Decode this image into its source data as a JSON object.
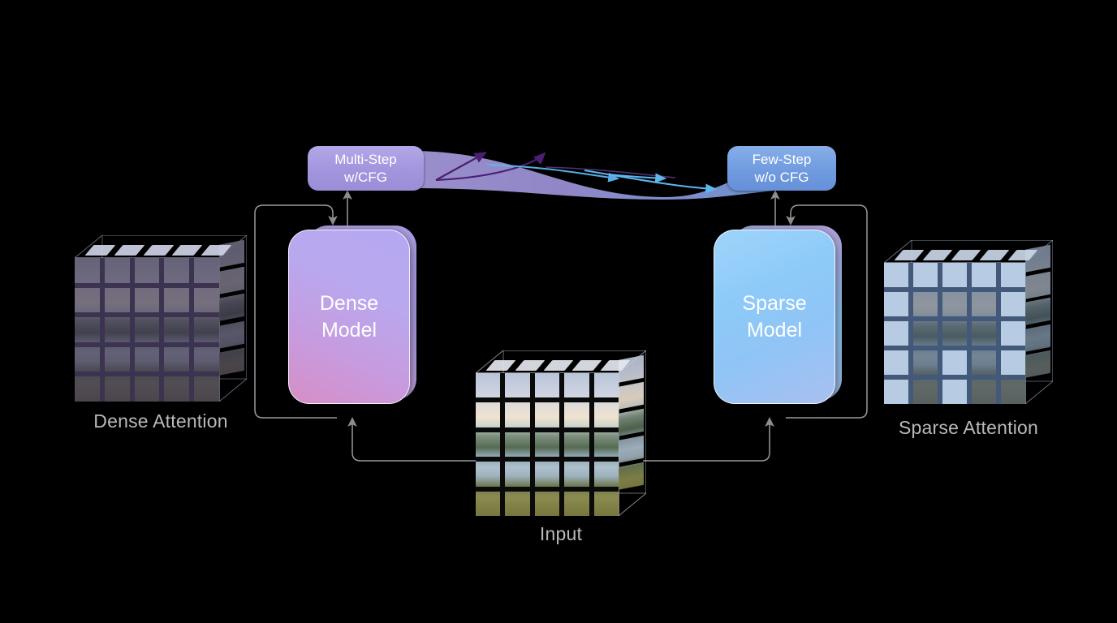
{
  "figure": {
    "background": "#000000",
    "banner": {
      "left_pill": {
        "line1": "Multi-Step",
        "line2": "w/CFG",
        "color": "#a295dd"
      },
      "right_pill": {
        "line1": "Few-Step",
        "line2": "w/o CFG",
        "color": "#6e9ade"
      },
      "ribbon": {
        "left_color": "#a89bdd",
        "right_color": "#6f9fe0",
        "left_arrow_color": "#4b1f73",
        "right_arrow_color": "#62b8ef",
        "left_arrow_count": 2,
        "right_arrow_count": 3
      }
    },
    "models": [
      {
        "id": "dense",
        "line1": "Dense",
        "line2": "Model",
        "gradient_from": "#b5a7f2",
        "gradient_to": "#d78ec6"
      },
      {
        "id": "sparse",
        "line1": "Sparse",
        "line2": "Model",
        "gradient_from": "#9ed4fb",
        "gradient_to": "#a8bff0"
      }
    ],
    "cubes": [
      {
        "id": "dense-attention",
        "label": "Dense Attention",
        "grid": "5x5",
        "tint": "#3a3152",
        "masked_cells": []
      },
      {
        "id": "input",
        "label": "Input",
        "grid": "5x5",
        "tint": "none",
        "masked_cells": []
      },
      {
        "id": "sparse-attention",
        "label": "Sparse Attention",
        "grid": "5x5",
        "tint": "#3f5673",
        "masked_cells": [
          0,
          1,
          2,
          3,
          4,
          5,
          9,
          10,
          14,
          15,
          17,
          19,
          20,
          22
        ]
      }
    ],
    "labels": {
      "color": "#b9b9b9"
    },
    "wires": {
      "color": "#9a9a9a",
      "arrow_color": "#8a8a8a",
      "description": "Input feeds both models; each model has a recurrent side loop and an up-arrow into the banner"
    }
  }
}
